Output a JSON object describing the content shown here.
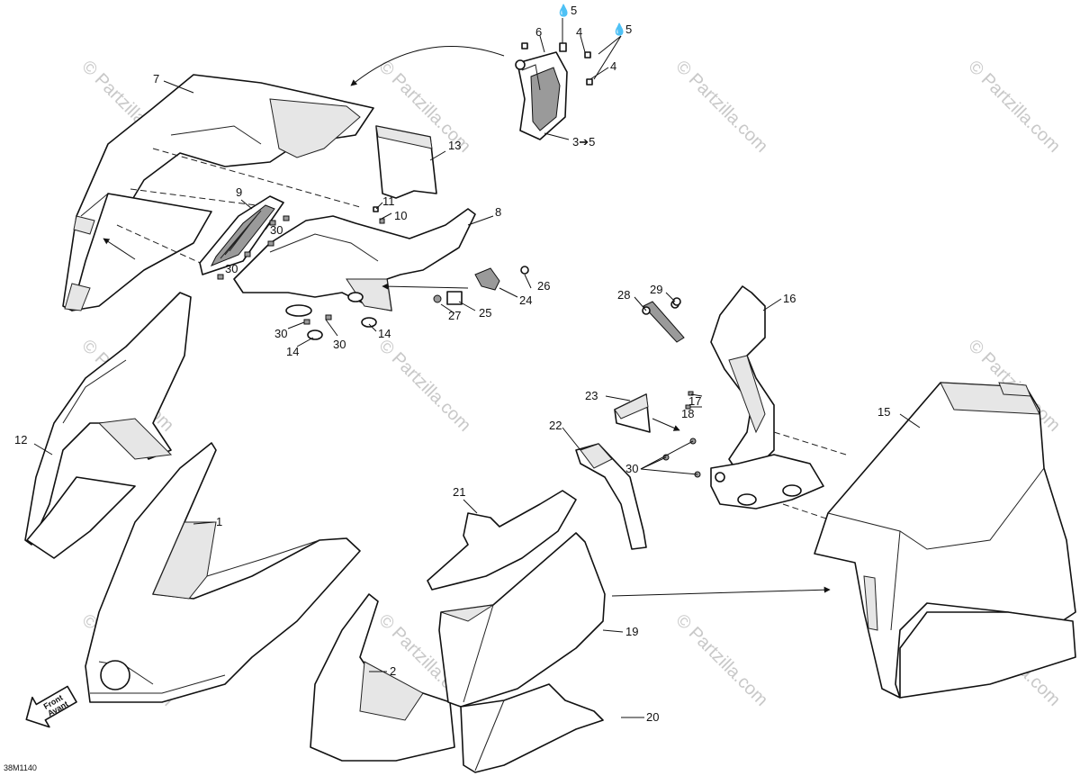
{
  "diagram": {
    "drawing_code": "38M1140",
    "watermark": "© Partzilla.com",
    "front_label_1": "Front",
    "front_label_2": "Avant",
    "callouts": {
      "c1": "1",
      "c2": "2",
      "c3": "3➔5",
      "c4a": "4",
      "c4b": "4",
      "c5a": "5",
      "c5b": "5",
      "c6": "6",
      "c7": "7",
      "c8": "8",
      "c9": "9",
      "c10": "10",
      "c11": "11",
      "c12": "12",
      "c13": "13",
      "c14a": "14",
      "c14b": "14",
      "c15": "15",
      "c16": "16",
      "c17": "17",
      "c18": "18",
      "c19": "19",
      "c20": "20",
      "c21": "21",
      "c22": "22",
      "c23": "23",
      "c24": "24",
      "c25": "25",
      "c26": "26",
      "c27": "27",
      "c28": "28",
      "c29": "29",
      "c30a": "30",
      "c30b": "30",
      "c30c": "30",
      "c30d": "30",
      "c30e": "30"
    }
  }
}
